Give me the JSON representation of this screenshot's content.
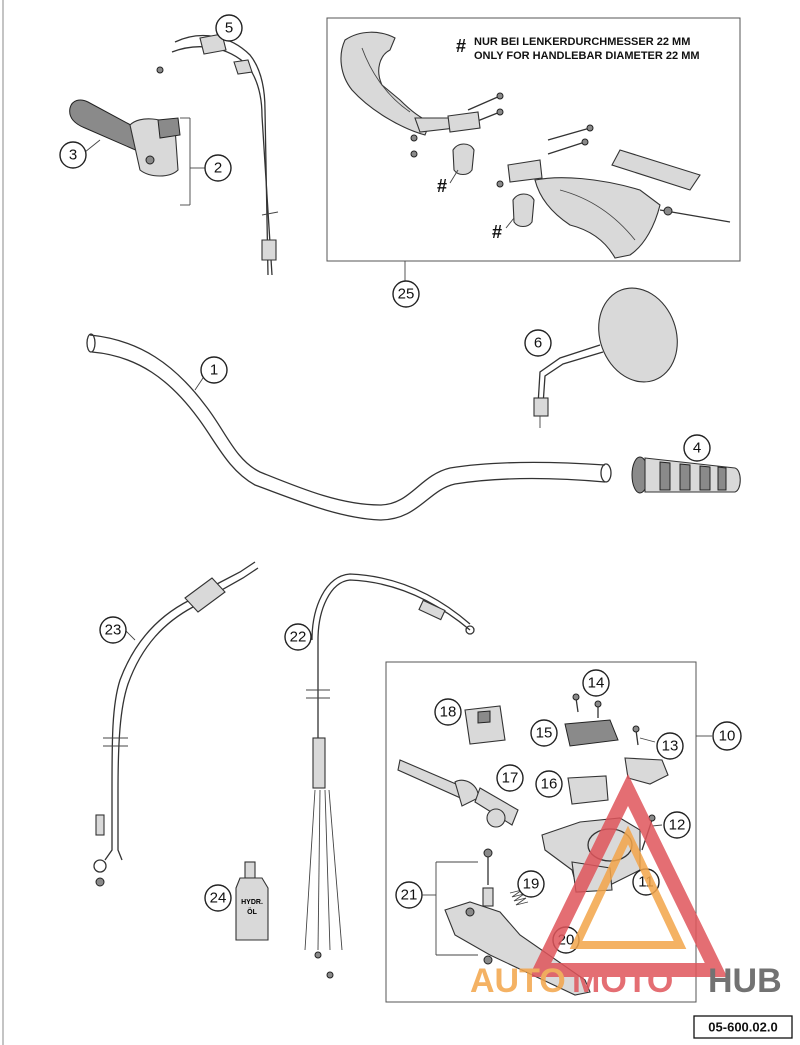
{
  "notes": {
    "hash_symbol": "#",
    "line_de": "NUR BEI LENKERDURCHMESSER 22 MM",
    "line_en": "ONLY FOR HANDLEBAR DIAMETER 22 MM"
  },
  "callouts": {
    "c1": "1",
    "c2": "2",
    "c3": "3",
    "c4": "4",
    "c5": "5",
    "c6": "6",
    "c10": "10",
    "c11": "11",
    "c12": "12",
    "c13": "13",
    "c14": "14",
    "c15": "15",
    "c16": "16",
    "c17": "17",
    "c18": "18",
    "c19": "19",
    "c20": "20",
    "c21": "21",
    "c22": "22",
    "c23": "23",
    "c24": "24",
    "c25": "25"
  },
  "oil_bottle": {
    "line1": "HYDR.",
    "line2": "ÖL"
  },
  "watermark": {
    "part1": "AUTO",
    "part2": "MOTO",
    "part3": "HUB"
  },
  "reference": "05-600.02.0",
  "colors": {
    "watermark_orange": "#f3a54a",
    "watermark_red": "#e0555b",
    "watermark_dark": "#5a5a5a"
  }
}
